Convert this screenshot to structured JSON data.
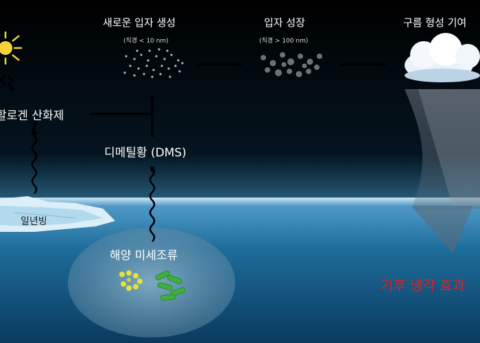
{
  "labels": {
    "new_particle": "새로운 입자 생성",
    "new_particle_size": "(직경 < 10 nm)",
    "growth": "입자 성장",
    "growth_size": "(직경 > 100 nm)",
    "cloud": "구름 형성 기여",
    "halogen": "할로겐 산화제",
    "dms": "디메틸황 (DMS)",
    "sea_ice": "일년빙",
    "algae": "해양 미세조류",
    "cooling": "기후 냉각 효과"
  },
  "icons": [
    "sun-icon",
    "cloud-icon",
    "sea-ice-icon",
    "microalgae-icon",
    "particle-cluster-icon"
  ],
  "colors": {
    "background": "#000000",
    "ocean": "#1d6d9c",
    "cooling_text": "#e02020",
    "algae_yellow": "#e8e23a",
    "algae_green": "#3cb23c",
    "sun": "#f4d23a"
  }
}
